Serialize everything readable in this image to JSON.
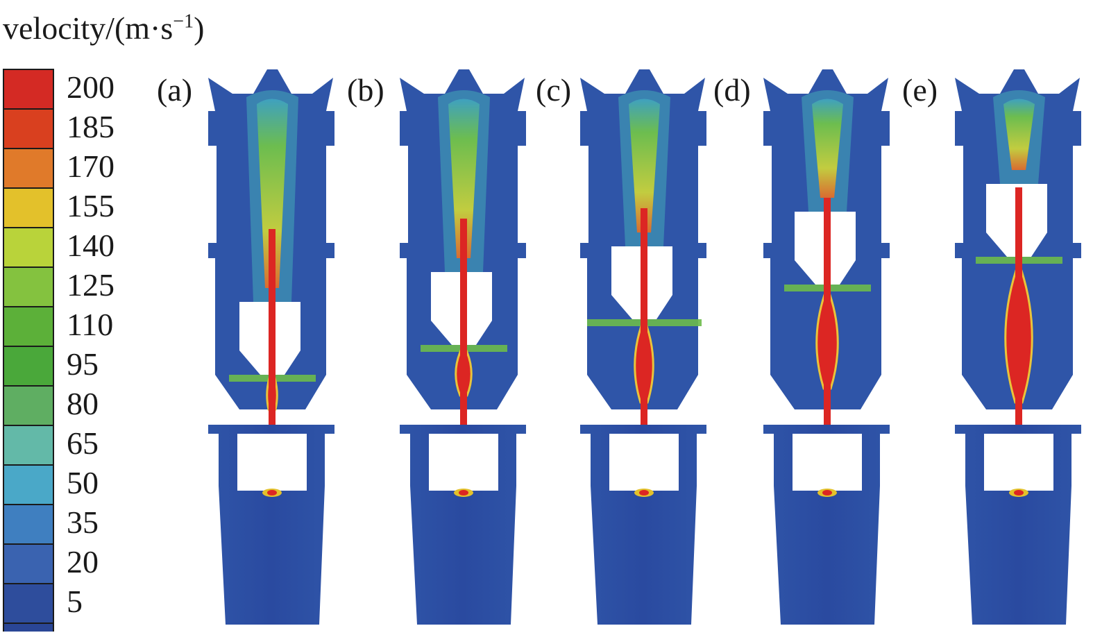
{
  "title": {
    "text": "velocity/(m·s",
    "exponent": "−1",
    "close": ")"
  },
  "legend": {
    "ticks": [
      "200",
      "185",
      "170",
      "155",
      "140",
      "125",
      "110",
      "95",
      "80",
      "65",
      "50",
      "35",
      "20",
      "5"
    ],
    "colors": [
      "#d42a24",
      "#d9401f",
      "#e07a2a",
      "#e3c12b",
      "#b9d33a",
      "#84c23f",
      "#5cb039",
      "#4aa83a",
      "#5fae62",
      "#63b9a8",
      "#4aa8c8",
      "#3f7fc0",
      "#3a63b0",
      "#2e4d9c"
    ]
  },
  "panels": [
    {
      "label": "(a)"
    },
    {
      "label": "(b)"
    },
    {
      "label": "(c)"
    },
    {
      "label": "(d)"
    },
    {
      "label": "(e)"
    }
  ],
  "colors": {
    "field_low": "#2f55a8",
    "field_mid": "#3f7fc0",
    "jet_core": "#dc2623",
    "plume": "#6dbb4a",
    "ring": "#43a9b6"
  }
}
